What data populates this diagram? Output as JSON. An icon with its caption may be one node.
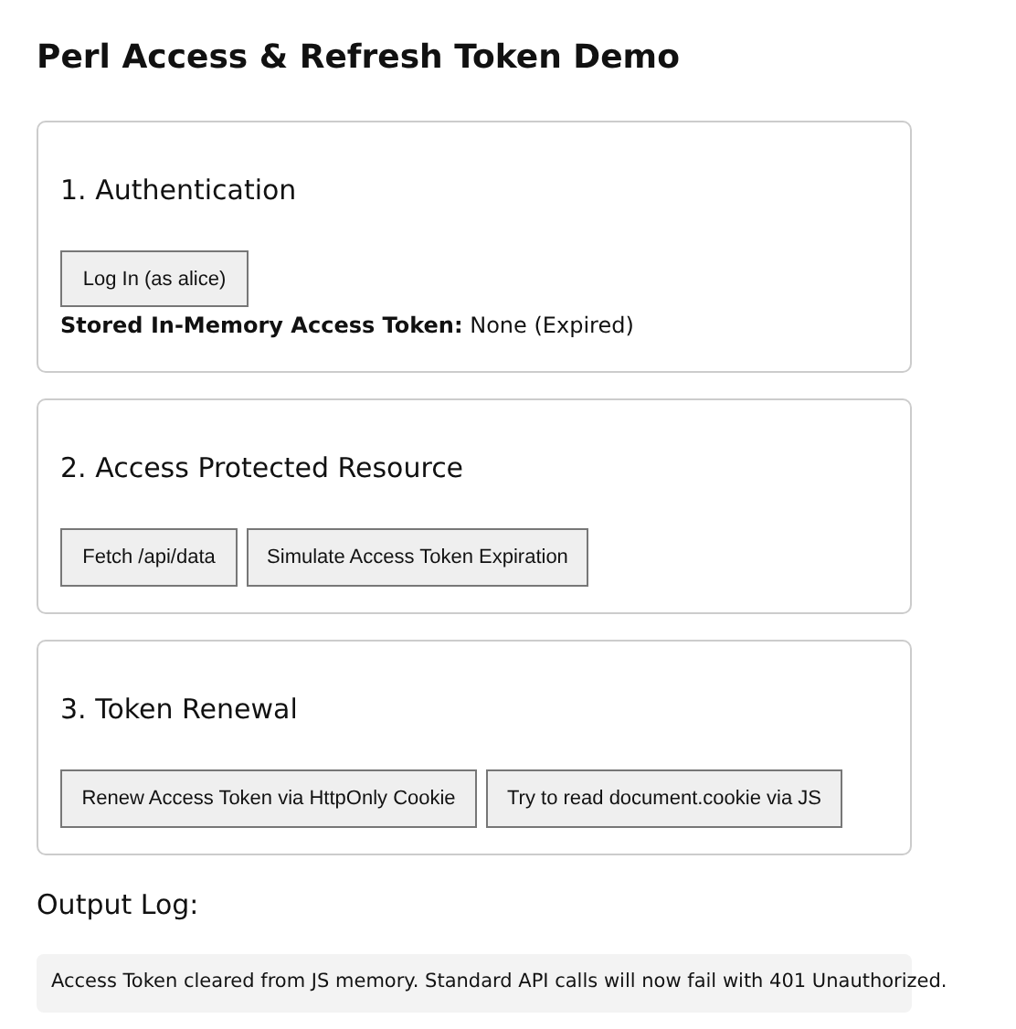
{
  "diagram": {
    "title": "Perl Access & Refresh Token Demo",
    "nodes": [
      {
        "text": [
          "1. Authentication",
          "**Stored In-Memory Access Token:** None (Expired)"
        ]
      },
      {
        "text": [
          "Log In (as alice)"
        ],
        "in": 0
      },
      {
        "text": [
          "2. Access Protected Resource"
        ]
      },
      {
        "text": [
          "Fetch /api/data"
        ],
        "in": 2
      },
      {
        "text": [
          "Simulate Access Token Expiration"
        ],
        "in": 2
      },
      {
        "text": [
          "3. Token Renewal"
        ]
      },
      {
        "text": [
          "Renew Access Token via HttpOnly Cookie"
        ],
        "in": 5
      },
      {
        "text": [
          "Try to read document.cookie via JS"
        ],
        "in": 5
      },
      {
        "text": [
          "Output Log:",
          "Access Token cleared from JS memory. Standard API calls will now fail with 401 Unauthorized."
        ]
      }
    ],
    "edges": []
  }
}
